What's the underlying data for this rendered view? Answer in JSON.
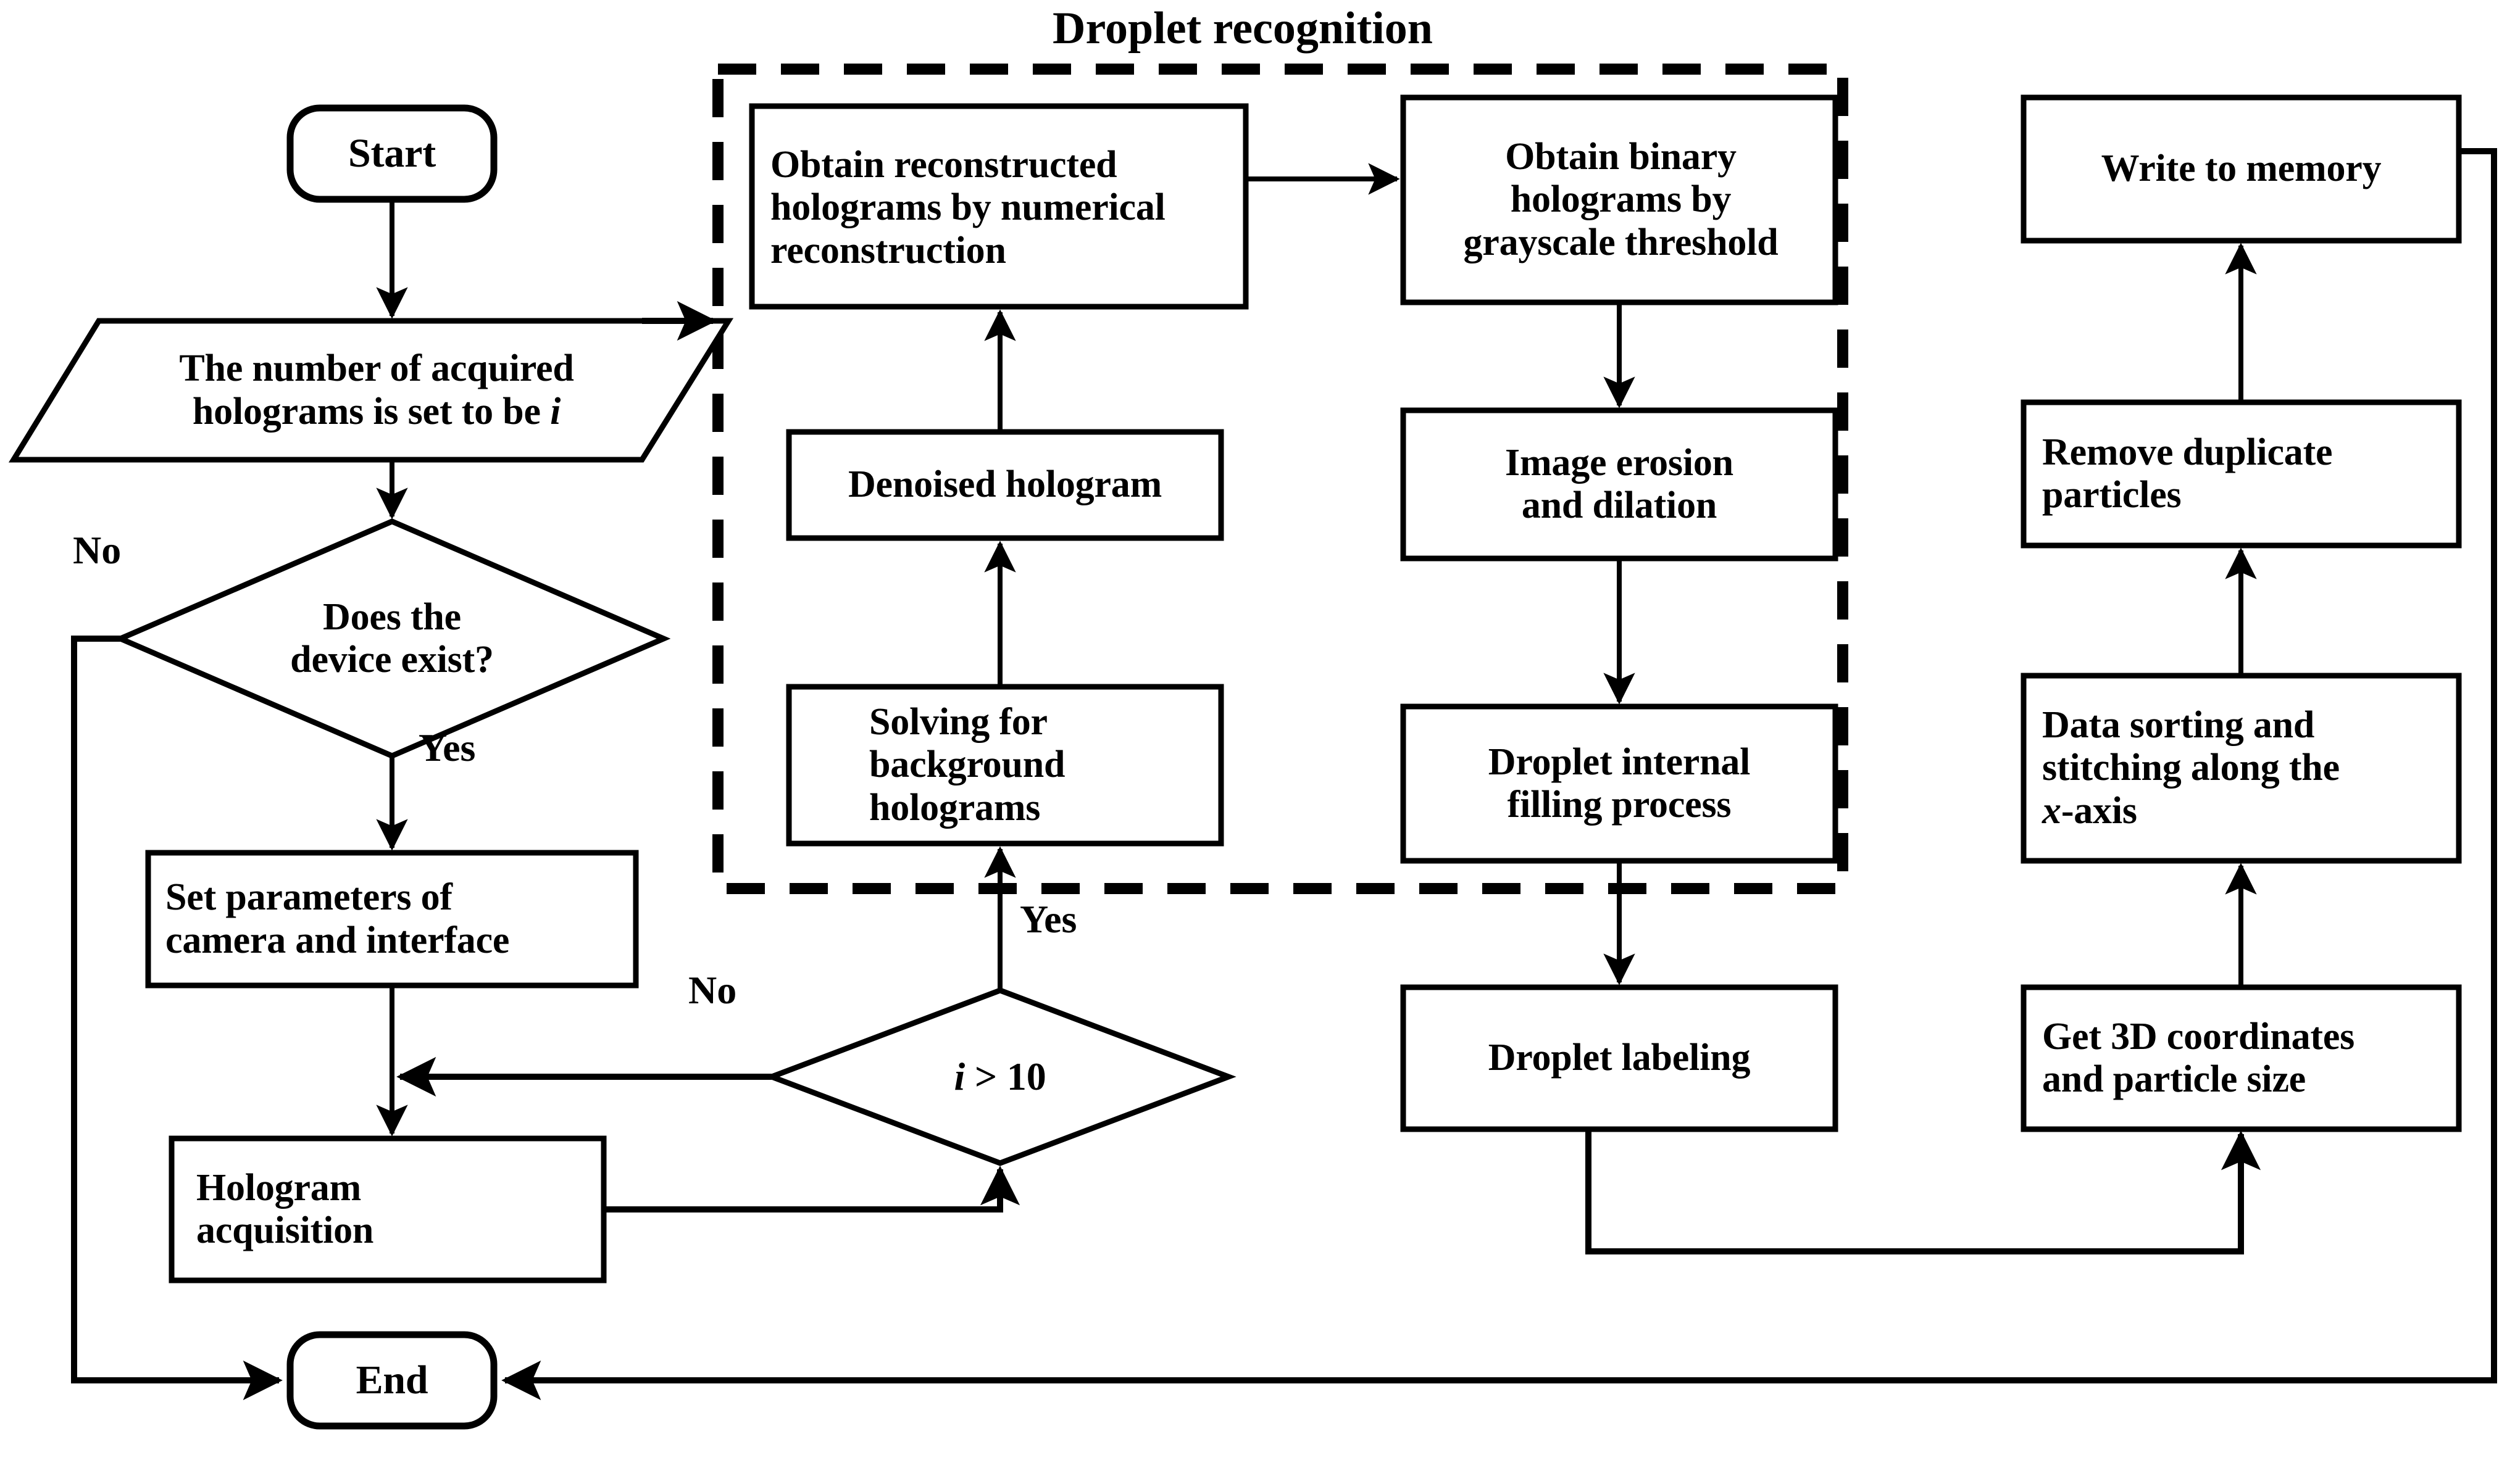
{
  "diagram": {
    "group_title": "Droplet recognition",
    "nodes": {
      "start": {
        "label": "Start",
        "shape": "terminator"
      },
      "set_count": {
        "label": "The number of acquired hologramsis set to be i",
        "line1": "The number of acquired",
        "line2a": "holograms is set to be ",
        "line2b": "i",
        "shape": "parallelogram"
      },
      "device_exist": {
        "line1": "Does the",
        "line2": "device exist?",
        "shape": "decision"
      },
      "set_params": {
        "line1": "Set parameters of",
        "line2": "camera and interface",
        "shape": "process"
      },
      "holo_acq": {
        "line1": "Hologram",
        "line2": "acquisition",
        "shape": "process"
      },
      "i_gt_10": {
        "prefix": "i",
        "op": " > 10",
        "shape": "decision"
      },
      "solve_bg": {
        "line1": "Solving for",
        "line2": "background",
        "line3": "holograms",
        "shape": "process"
      },
      "denoised": {
        "line1": "Denoised hologram",
        "shape": "process"
      },
      "obtain_recon": {
        "line1": "Obtain reconstructed",
        "line2": "holograms by numerical",
        "line3": "reconstruction",
        "shape": "process"
      },
      "obtain_binary": {
        "line1": "Obtain binary",
        "line2": "holograms by",
        "line3": "grayscale threshold",
        "shape": "process"
      },
      "erosion": {
        "line1": "Image erosion",
        "line2": "and dilation",
        "shape": "process"
      },
      "filling": {
        "line1": "Droplet internal",
        "line2": "filling process",
        "shape": "process"
      },
      "labeling": {
        "line1": "Droplet labeling",
        "shape": "process"
      },
      "get3d": {
        "line1": "Get 3D coordinates",
        "line2": "and particle size",
        "shape": "process"
      },
      "sorting": {
        "line1": "Data sorting and",
        "line2": "stitching along the",
        "line3a": "x",
        "line3b": "-axis",
        "shape": "process"
      },
      "remove_dup": {
        "line1": "Remove duplicate",
        "line2": "particles",
        "shape": "process"
      },
      "write_mem": {
        "line1": "Write to memory",
        "shape": "process"
      },
      "end": {
        "label": "End",
        "shape": "terminator"
      }
    },
    "edge_labels": {
      "device_no": "No",
      "device_yes": "Yes",
      "loop_no": "No",
      "loop_yes": "Yes"
    },
    "colors": {
      "stroke": "#000000",
      "fill": "#ffffff",
      "text": "#000000"
    }
  }
}
